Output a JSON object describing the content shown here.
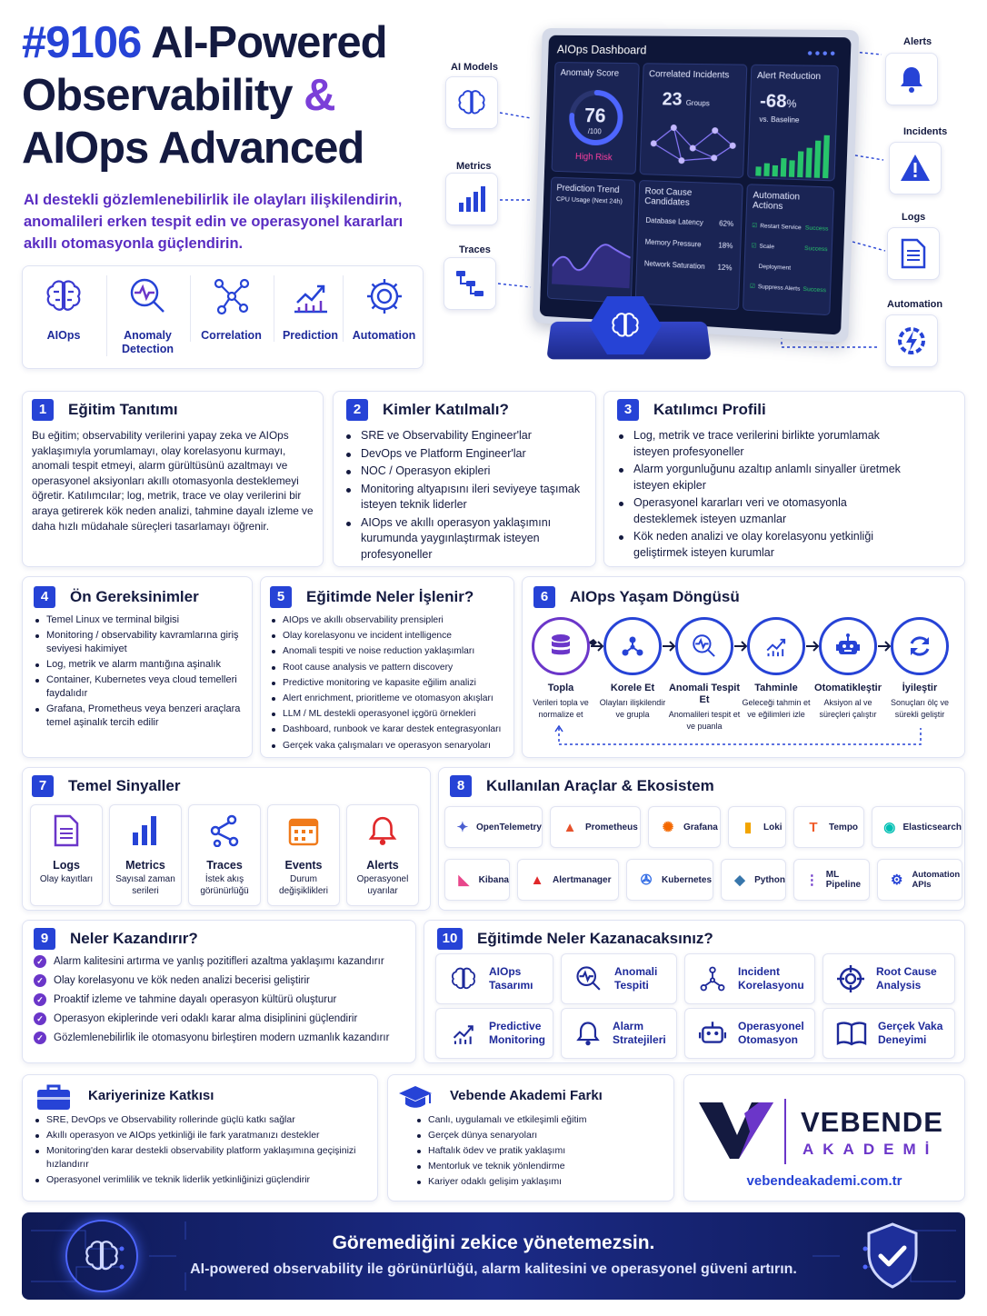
{
  "hero": {
    "title_num": "#9106",
    "title_l1": "AI-Powered",
    "title_l2a": "Observability",
    "title_l2b": "&",
    "title_l3": "AIOps Advanced",
    "subtitle": "AI destekli gözlemlenebilirlik ile olayları ilişkilendirin, anomalileri erken tespit edin ve operasyonel kararları akıllı otomasyonla güçlendirin."
  },
  "features": [
    {
      "label": "AIOps",
      "icon": "brain-icon"
    },
    {
      "label": "Anomaly\nDetection",
      "icon": "magnifier-pulse-icon"
    },
    {
      "label": "Correlation",
      "icon": "network-icon"
    },
    {
      "label": "Prediction",
      "icon": "trend-chart-icon"
    },
    {
      "label": "Automation",
      "icon": "gear-icon"
    }
  ],
  "illustration": {
    "left_labels": {
      "models": "AI Models",
      "metrics": "Metrics",
      "traces": "Traces"
    },
    "right_labels": {
      "alerts": "Alerts",
      "incidents": "Incidents",
      "logs": "Logs",
      "automation": "Automation"
    },
    "dashboard": {
      "title": "AIOps Dashboard",
      "anomaly": {
        "title": "Anomaly Score",
        "value": "76",
        "unit": "/100",
        "risk": "High Risk",
        "score": 76
      },
      "correlated": {
        "title": "Correlated Incidents",
        "value": "23",
        "unit": "Groups"
      },
      "alert_reduction": {
        "title": "Alert Reduction",
        "value": "-68",
        "pct": "%",
        "sub": "vs. Baseline"
      },
      "trend": {
        "title": "Prediction Trend",
        "sub": "CPU Usage (Next 24h)"
      },
      "root_cause": {
        "title": "Root Cause Candidates",
        "items": [
          {
            "name": "Database Latency",
            "value": "62%"
          },
          {
            "name": "Memory Pressure",
            "value": "18%"
          },
          {
            "name": "Network Saturation",
            "value": "12%"
          }
        ]
      },
      "automation": {
        "title": "Automation Actions",
        "items": [
          {
            "name": "Restart Service",
            "status": "Success"
          },
          {
            "name": "Scale Deployment",
            "status": "Success"
          },
          {
            "name": "Suppress Alerts",
            "status": "Success"
          }
        ]
      }
    }
  },
  "s1": {
    "num": "1",
    "title": "Eğitim Tanıtımı",
    "text": "Bu eğitim; observability verilerini yapay zeka ve AIOps yaklaşımıyla yorumlamayı, olay korelasyonu kurmayı, anomali tespit etmeyi, alarm gürültüsünü azaltmayı ve operasyonel aksiyonları akıllı otomasyonla desteklemeyi öğretir. Katılımcılar; log, metrik, trace ve olay verilerini bir araya getirerek kök neden analizi, tahmine dayalı izleme ve daha hızlı müdahale süreçleri tasarlamayı öğrenir."
  },
  "s2": {
    "num": "2",
    "title": "Kimler Katılmalı?",
    "items": [
      "SRE ve Observability Engineer'lar",
      "DevOps ve Platform Engineer'lar",
      "NOC / Operasyon ekipleri",
      "Monitoring altyapısını ileri seviyeye taşımak isteyen teknik liderler",
      "AIOps ve akıllı operasyon yaklaşımını kurumunda yaygınlaştırmak isteyen profesyoneller"
    ]
  },
  "s3": {
    "num": "3",
    "title": "Katılımcı Profili",
    "items": [
      "Log, metrik ve trace verilerini birlikte yorumlamak isteyen profesyoneller",
      "Alarm yorgunluğunu azaltıp anlamlı sinyaller üretmek isteyen ekipler",
      "Operasyonel kararları veri ve otomasyonla desteklemek isteyen uzmanlar",
      "Kök neden analizi ve olay korelasyonu yetkinliği geliştirmek isteyen kurumlar"
    ]
  },
  "s4": {
    "num": "4",
    "title": "Ön Gereksinimler",
    "items": [
      "Temel Linux ve terminal bilgisi",
      "Monitoring / observability kavramlarına giriş seviyesi hakimiyet",
      "Log, metrik ve alarm mantığına aşinalık",
      "Container, Kubernetes veya cloud temelleri faydalıdır",
      "Grafana, Prometheus veya benzeri araçlara temel aşinalık tercih edilir"
    ]
  },
  "s5": {
    "num": "5",
    "title": "Eğitimde Neler İşlenir?",
    "items": [
      "AIOps ve akıllı observability prensipleri",
      "Olay korelasyonu ve incident intelligence",
      "Anomali tespiti ve noise reduction yaklaşımları",
      "Root cause analysis ve pattern discovery",
      "Predictive monitoring ve kapasite eğilim analizi",
      "Alert enrichment, prioritleme ve otomasyon akışları",
      "LLM / ML destekli operasyonel içgörü örnekleri",
      "Dashboard, runbook ve karar destek entegrasyonları",
      "Gerçek vaka çalışmaları ve operasyon senaryoları"
    ]
  },
  "s6": {
    "num": "6",
    "title": "AIOps Yaşam Döngüsü",
    "steps": [
      {
        "name": "Topla",
        "desc": "Verileri topla ve normalize et",
        "icon": "database-icon"
      },
      {
        "name": "Korele Et",
        "desc": "Olayları ilişkilendir ve grupla",
        "icon": "network-icon"
      },
      {
        "name": "Anomali Tespit Et",
        "desc": "Anomalileri tespit et ve puanla",
        "icon": "magnifier-pulse-icon"
      },
      {
        "name": "Tahminle",
        "desc": "Geleceği tahmin et ve eğilimleri izle",
        "icon": "trend-chart-icon"
      },
      {
        "name": "Otomatikleştir",
        "desc": "Aksiyon al ve süreçleri çalıştır",
        "icon": "robot-icon"
      },
      {
        "name": "İyileştir",
        "desc": "Sonuçları ölç ve sürekli geliştir",
        "icon": "refresh-icon"
      }
    ]
  },
  "s7": {
    "num": "7",
    "title": "Temel Sinyaller",
    "items": [
      {
        "name": "Logs",
        "desc": "Olay kayıtları",
        "icon": "document-icon"
      },
      {
        "name": "Metrics",
        "desc": "Sayısal zaman serileri",
        "icon": "bar-chart-icon"
      },
      {
        "name": "Traces",
        "desc": "İstek akış görünürlüğü",
        "icon": "trace-icon"
      },
      {
        "name": "Events",
        "desc": "Durum değişiklikleri",
        "icon": "calendar-icon"
      },
      {
        "name": "Alerts",
        "desc": "Operasyonel uyarılar",
        "icon": "bell-icon"
      }
    ]
  },
  "s8": {
    "num": "8",
    "title": "Kullanılan Araçlar & Ekosistem",
    "tools": [
      "OpenTelemetry",
      "Prometheus",
      "Grafana",
      "Loki",
      "Tempo",
      "Elasticsearch",
      "Kibana",
      "Alertmanager",
      "Kubernetes",
      "Python",
      "ML Pipeline",
      "Automation APIs"
    ]
  },
  "s9": {
    "num": "9",
    "title": "Neler Kazandırır?",
    "items": [
      "Alarm kalitesini artırma ve yanlış pozitifleri azaltma yaklaşımı kazandırır",
      "Olay korelasyonu ve kök neden analizi becerisi geliştirir",
      "Proaktif izleme ve tahmine dayalı operasyon kültürü oluşturur",
      "Operasyon ekiplerinde veri odaklı karar alma disiplinini güçlendirir",
      "Gözlemlenebilirlik ile otomasyonu birleştiren modern uzmanlık kazandırır"
    ]
  },
  "s10": {
    "num": "10",
    "title": "Eğitimde Neler Kazanacaksınız?",
    "items": [
      {
        "l1": "AIOps",
        "l2": "Tasarımı",
        "icon": "brain-icon"
      },
      {
        "l1": "Anomali",
        "l2": "Tespiti",
        "icon": "magnifier-pulse-icon"
      },
      {
        "l1": "Incident",
        "l2": "Korelasyonu",
        "icon": "network-icon"
      },
      {
        "l1": "Root Cause",
        "l2": "Analysis",
        "icon": "target-icon"
      },
      {
        "l1": "Predictive",
        "l2": "Monitoring",
        "icon": "trend-chart-icon"
      },
      {
        "l1": "Alarm",
        "l2": "Stratejileri",
        "icon": "bell-icon"
      },
      {
        "l1": "Operasyonel",
        "l2": "Otomasyon",
        "icon": "robot-icon"
      },
      {
        "l1": "Gerçek Vaka",
        "l2": "Deneyimi",
        "icon": "book-icon"
      }
    ]
  },
  "career": {
    "title": "Kariyerinize Katkısı",
    "items": [
      "SRE, DevOps ve Observability rollerinde güçlü katkı sağlar",
      "Akıllı operasyon ve AIOps yetkinliği ile fark yaratmanızı destekler",
      "Monitoring'den karar destekli observability platform yaklaşımına geçişinizi hızlandırır",
      "Operasyonel verimlilik ve teknik liderlik yetkinliğinizi güçlendirir"
    ]
  },
  "vebende_diff": {
    "title": "Vebende Akademi Farkı",
    "items": [
      "Canlı, uygulamalı ve etkileşimli eğitim",
      "Gerçek dünya senaryoları",
      "Haftalık ödev ve pratik yaklaşımı",
      "Mentorluk ve teknik yönlendirme",
      "Kariyer odaklı gelişim yaklaşımı"
    ]
  },
  "brand": {
    "name": "VEBENDE",
    "sub": "AKADEMİ",
    "url": "vebendeakademi.com.tr"
  },
  "footer": {
    "line1": "Göremediğini zekice yönetemezsin.",
    "line2": "AI-powered observability ile görünürlüğü, alarm kalitesini ve operasyonel güveni artırın."
  },
  "colors": {
    "primary": "#2643d6",
    "purple": "#6b36c9",
    "navy": "#141a40",
    "footer_bg": "#13205f"
  }
}
